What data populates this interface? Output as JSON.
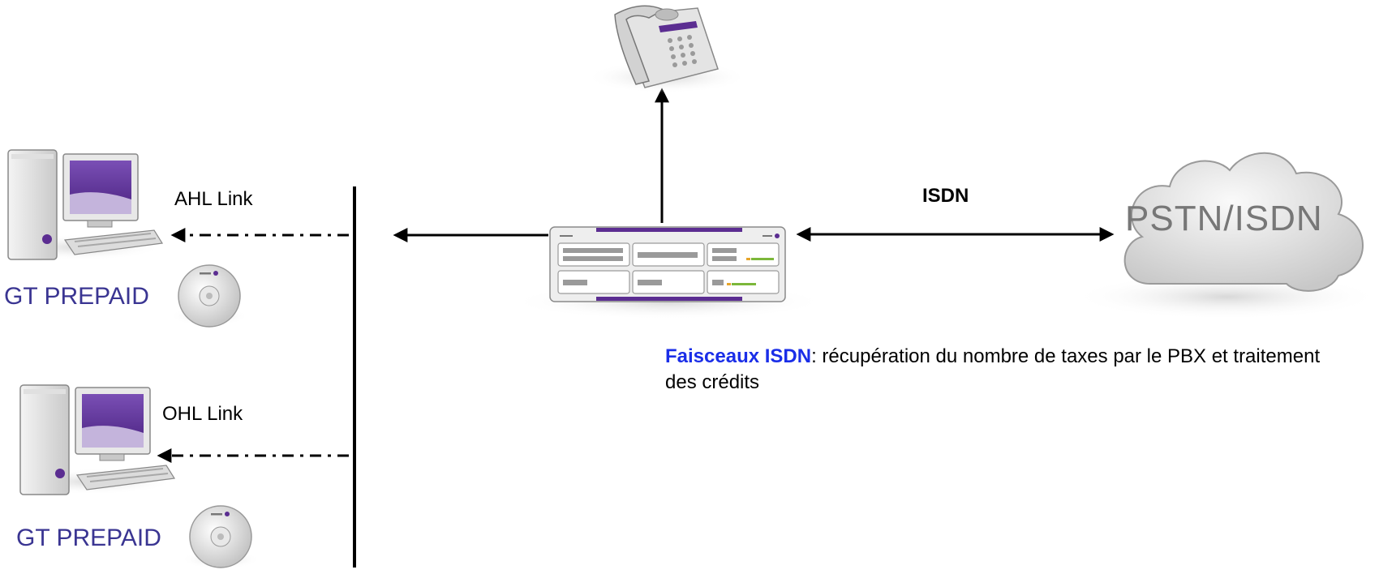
{
  "labels": {
    "ahl_link": "AHL Link",
    "ohl_link": "OHL Link",
    "isdn": "ISDN",
    "gt_prepaid_1": "GT PREPAID",
    "gt_prepaid_2": "GT PREPAID",
    "cloud": "PSTN/ISDN"
  },
  "note": {
    "highlight": "Faisceaux ISDN",
    "text": ":  récupération du nombre de taxes par le PBX et traitement des crédits"
  },
  "colors": {
    "brand_purple": "#5b2d91",
    "label_blue": "#3a3592",
    "highlight_blue": "#1a2ee8",
    "cloud_text": "#777777"
  },
  "icons": [
    "desktop-computer-icon",
    "cd-disc-icon",
    "desk-phone-icon",
    "pbx-server-icon",
    "cloud-icon"
  ]
}
